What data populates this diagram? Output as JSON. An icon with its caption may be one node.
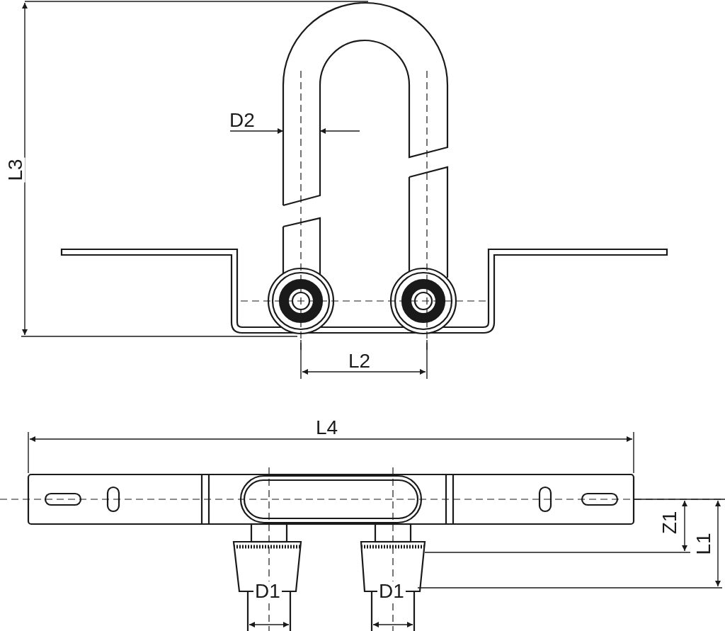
{
  "diagram": {
    "labels": [
      "D2",
      "L3",
      "L2",
      "L4",
      "Z1",
      "L1",
      "D1",
      "D1"
    ]
  }
}
